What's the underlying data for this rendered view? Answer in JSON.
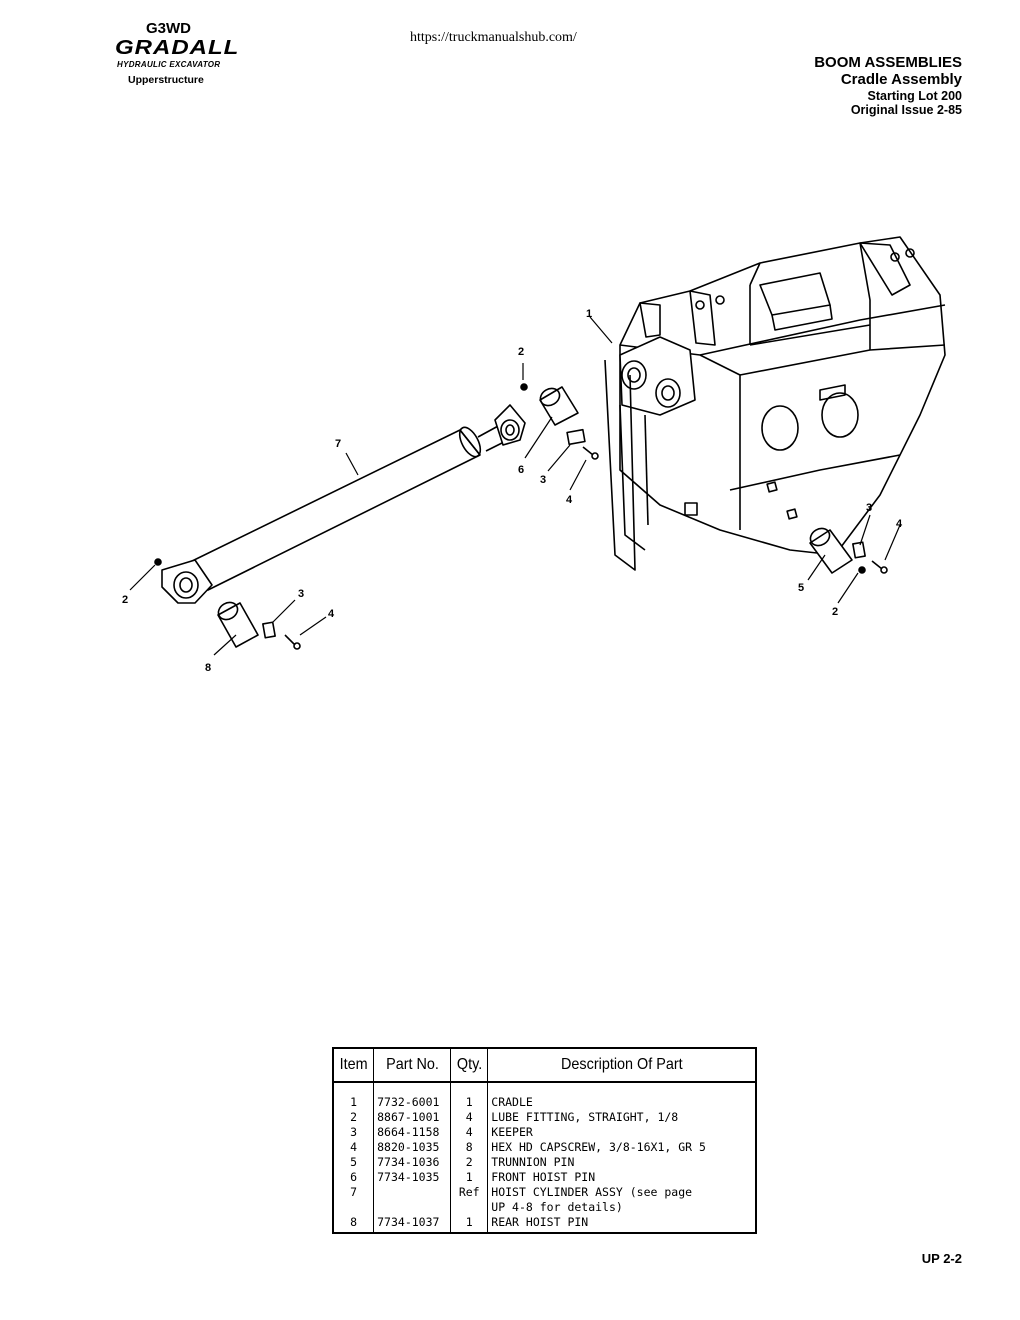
{
  "header": {
    "model": "G3WD",
    "brand": "GRADALL",
    "brand_subtitle": "HYDRAULIC EXCAVATOR",
    "section": "Upperstructure",
    "url": "https://truckmanualshub.com/",
    "title": "BOOM ASSEMBLIES",
    "subtitle": "Cradle Assembly",
    "lot": "Starting Lot 200",
    "issue": "Original Issue 2-85"
  },
  "figure": {
    "callouts": {
      "c1": "1",
      "c2a": "2",
      "c7": "7",
      "c6": "6",
      "c3a": "3",
      "c4a": "4",
      "c2b": "2",
      "c3b": "3",
      "c4b": "4",
      "c8": "8",
      "c3c": "3",
      "c4c": "4",
      "c5": "5",
      "c2c": "2"
    }
  },
  "parts_table": {
    "headers": [
      "Item",
      "Part No.",
      "Qty.",
      "Description Of Part"
    ],
    "rows": [
      {
        "item": "1",
        "part": "7732-6001",
        "qty": "1",
        "desc": "CRADLE"
      },
      {
        "item": "2",
        "part": "8867-1001",
        "qty": "4",
        "desc": "LUBE FITTING, STRAIGHT, 1/8"
      },
      {
        "item": "3",
        "part": "8664-1158",
        "qty": "4",
        "desc": "KEEPER"
      },
      {
        "item": "4",
        "part": "8820-1035",
        "qty": "8",
        "desc": "HEX HD CAPSCREW, 3/8-16X1, GR 5"
      },
      {
        "item": "5",
        "part": "7734-1036",
        "qty": "2",
        "desc": "TRUNNION PIN"
      },
      {
        "item": "6",
        "part": "7734-1035",
        "qty": "1",
        "desc": "FRONT HOIST PIN"
      },
      {
        "item": "7",
        "part": "",
        "qty": "Ref",
        "desc": "HOIST CYLINDER ASSY (see page\nUP 4-8 for details)"
      },
      {
        "item": "8",
        "part": "7734-1037",
        "qty": "1",
        "desc": "REAR HOIST PIN"
      }
    ]
  },
  "footer": {
    "page": "UP 2-2"
  }
}
